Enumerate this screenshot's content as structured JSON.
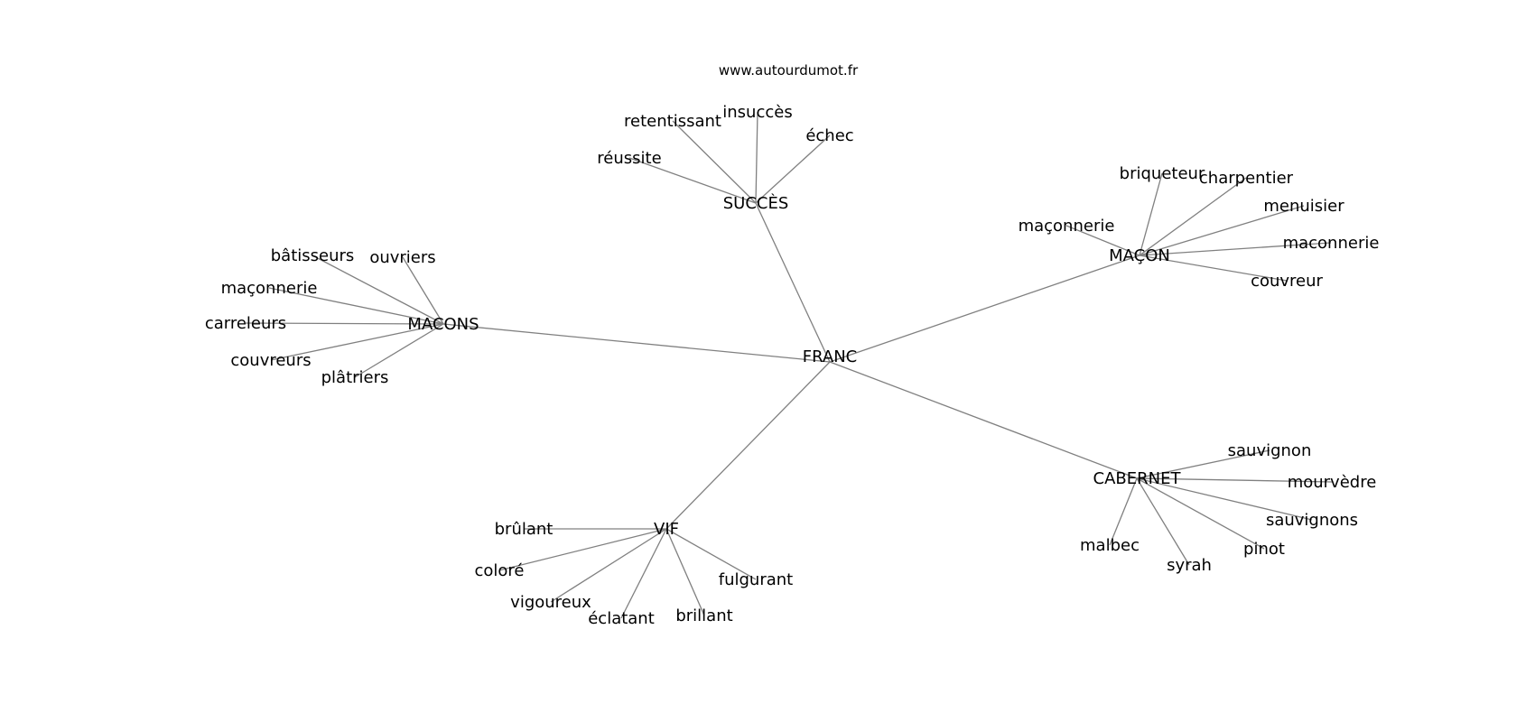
{
  "watermark": "www.autourdumot.fr",
  "center": "FRANC",
  "clusters": [
    {
      "hub": "SUCCÈS",
      "leaves": [
        "insuccès",
        "retentissant",
        "échec",
        "réussite"
      ]
    },
    {
      "hub": "MAÇON",
      "leaves": [
        "briqueteur",
        "charpentier",
        "menuisier",
        "maçonnerie",
        "maconnerie",
        "couvreur"
      ]
    },
    {
      "hub": "MACONS",
      "leaves": [
        "bâtisseurs",
        "ouvriers",
        "maçonnerie",
        "carreleurs",
        "couvreurs",
        "plâtriers"
      ]
    },
    {
      "hub": "CABERNET",
      "leaves": [
        "sauvignon",
        "mourvèdre",
        "sauvignons",
        "pinot",
        "syrah",
        "malbec"
      ]
    },
    {
      "hub": "VIF",
      "leaves": [
        "brûlant",
        "coloré",
        "vigoureux",
        "éclatant",
        "brillant",
        "fulgurant"
      ]
    }
  ]
}
